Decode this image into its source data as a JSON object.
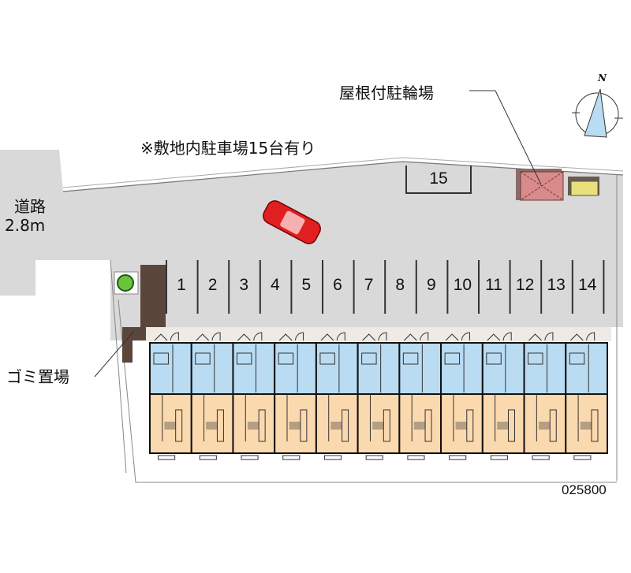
{
  "labels": {
    "bicycle_parking": "屋根付駐輪場",
    "parking_note": "※敷地内駐車場15台有り",
    "road": "道路",
    "road_width": "2.8m",
    "garbage": "ゴミ置場",
    "property_code": "025800",
    "north": "N"
  },
  "parking_spaces": [
    "1",
    "2",
    "3",
    "4",
    "5",
    "6",
    "7",
    "8",
    "9",
    "10",
    "11",
    "12",
    "13",
    "14"
  ],
  "parking_space_extra": "15",
  "unit_count": 11,
  "colors": {
    "lot": "#d9d9d9",
    "unit_upper": "#b9dcf3",
    "unit_lower": "#fbd9ae",
    "garbage": "#5a463a",
    "car": "#e02020",
    "bike_shed": "#d98a8a"
  }
}
